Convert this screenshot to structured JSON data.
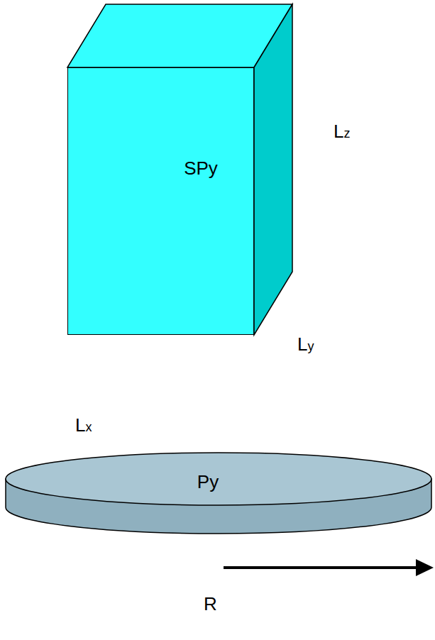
{
  "diagram": {
    "nodes": [
      {
        "text": [
          "SPy"
        ]
      },
      {
        "text": [
          "Py"
        ]
      }
    ],
    "labels": [
      "Lz",
      "Ly",
      "Lx",
      "R"
    ]
  }
}
